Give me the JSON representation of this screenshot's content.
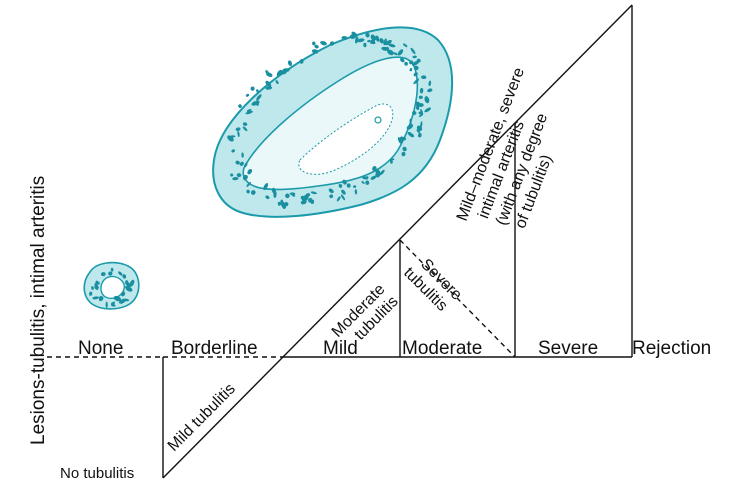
{
  "axis_label": "Lesions-tubulitis, intimal arteritis",
  "categories": {
    "none": "None",
    "borderline": "Borderline",
    "mild": "Mild",
    "moderate": "Moderate",
    "severe": "Severe",
    "rejection": "Rejection"
  },
  "annotations": {
    "no_tubulitis": "No tubulitis",
    "mild_tubulitis": "Mild tubulitis",
    "moderate_tubulitis_line1": "Moderate",
    "moderate_tubulitis_line2": "tubulitis",
    "severe_tubulitis_line1": "Severe",
    "severe_tubulitis_line2": "tubulitis",
    "arteritis_line1": "Mild–moderate, severe",
    "arteritis_line2": "intimal arteritis",
    "arteritis_line3": "(with any degree",
    "arteritis_line4": "of tubulitis)"
  },
  "colors": {
    "vessel_fill": "#bfe8ec",
    "vessel_stroke": "#1a9aaa",
    "nuclei": "#1a8fa0",
    "line": "#111111"
  }
}
